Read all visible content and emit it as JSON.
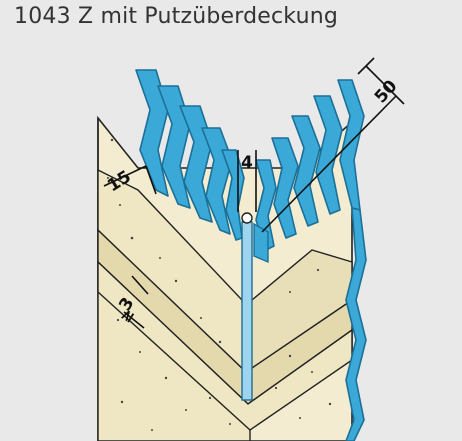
{
  "title": "1043 Z mit Putzüberdeckung",
  "colors": {
    "background": "#e9e9e9",
    "mesh": "#3aa9d8",
    "mesh_stroke": "#1c6f96",
    "plaster": "#efe7c3",
    "plaster_dark": "#e3d9ad",
    "profile_rod": "#9fd4ee"
  },
  "dimensions": {
    "d15": "15",
    "d4": "4",
    "d50": "50",
    "d3": "3",
    "ge": "≥"
  }
}
